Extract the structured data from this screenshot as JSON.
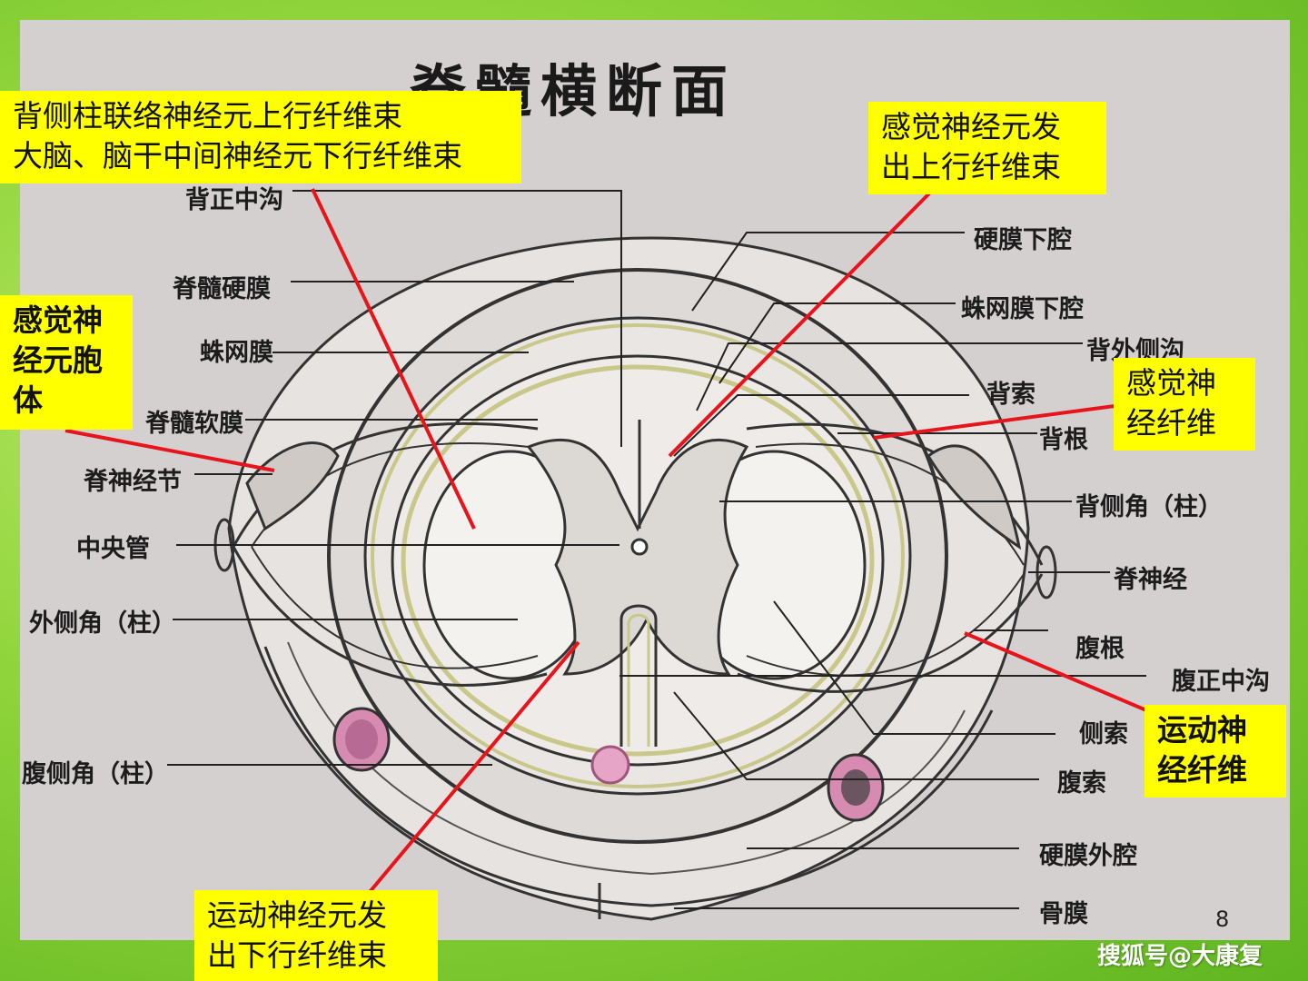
{
  "title": "脊髓横断面",
  "page_number": "8",
  "watermark": "搜狐号@大康复",
  "colors": {
    "callout_bg": "#ffff00",
    "pointer_red": "#e8141c",
    "slide_bg": "#d4d0cf",
    "frame_green": "#8fd43a"
  },
  "callouts": {
    "tract_top_left": [
      "背侧柱联络神经元上行纤维束",
      "大脑、脑干中间神经元下行纤维束"
    ],
    "sensory_fiber_tract": [
      "感觉神经元发",
      "出上行纤维束"
    ],
    "sensory_cell_body": [
      "感觉神",
      "经元胞",
      "体"
    ],
    "sensory_fiber": [
      "感觉神",
      "经纤维"
    ],
    "motor_fiber": [
      "运动神",
      "经纤维"
    ],
    "motor_descending": [
      "运动神经元发",
      "出下行纤维束"
    ]
  },
  "labels": {
    "dorsal_median_sulcus": "背正中沟",
    "spinal_dura": "脊髓硬膜",
    "arachnoid": "蛛网膜",
    "pia_mater": "脊髓软膜",
    "spinal_ganglion": "脊神经节",
    "central_canal": "中央管",
    "lateral_horn": "外侧角（柱）",
    "ventral_horn": "腹侧角（柱）",
    "subdural_space": "硬膜下腔",
    "subarachnoid_space": "蛛网膜下腔",
    "dorsolateral_sulcus": "背外侧沟",
    "dorsal_funiculus": "背索",
    "dorsal_root": "背根",
    "dorsal_horn": "背侧角（柱）",
    "spinal_nerve": "脊神经",
    "ventral_root": "腹根",
    "ventral_median_fissure": "腹正中沟",
    "lateral_funiculus": "侧索",
    "ventral_funiculus": "腹索",
    "epidural_space": "硬膜外腔",
    "periosteum": "骨膜"
  }
}
